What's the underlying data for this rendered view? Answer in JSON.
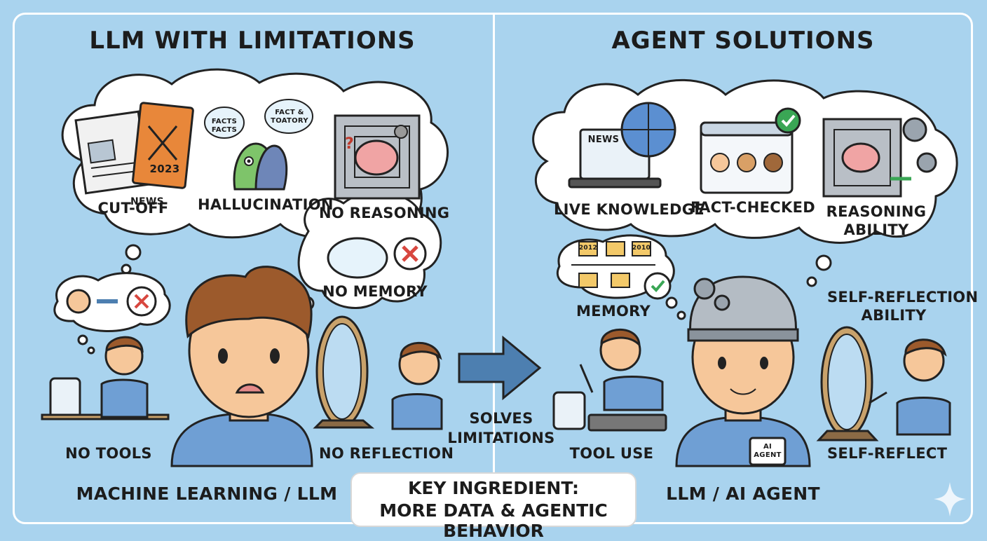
{
  "left": {
    "title": "LLM WITH LIMITATIONS",
    "items": {
      "cutoff": "CUT-OFF",
      "hallucination": "HALLUCINATION",
      "no_reasoning": "NO REASONING",
      "no_memory": "NO MEMORY",
      "no_tools": "NO TOOLS",
      "no_reflection": "NO REFLECTION"
    },
    "bubble_news": "NEWS",
    "bubble_year": "2023",
    "speech_1": "FACTS FACTS",
    "speech_2": "FACT & TOATORY",
    "footer": "MACHINE LEARNING / LLM"
  },
  "right": {
    "title": "AGENT SOLUTIONS",
    "items": {
      "live_knowledge": "LIVE KNOWLEDGE",
      "fact_checked": "FACT-CHECKED",
      "reasoning_ability_1": "REASONING",
      "reasoning_ability_2": "ABILITY",
      "memory": "MEMORY",
      "self_reflection_1": "SELF-REFLECTION",
      "self_reflection_2": "ABILITY",
      "tool_use": "TOOL USE",
      "self_reflect": "SELF-REFLECT"
    },
    "laptop_news": "NEWS",
    "folder_years": [
      "2012",
      "2010"
    ],
    "badge": "AI AGENT",
    "footer": "LLM / AI AGENT"
  },
  "center": {
    "arrow_label_1": "SOLVES",
    "arrow_label_2": "LIMITATIONS",
    "key_line_1": "KEY INGREDIENT:",
    "key_line_2": "MORE DATA & AGENTIC BEHAVIOR"
  },
  "colors": {
    "background": "#a9d3ee",
    "frame": "#ffffff",
    "arrow": "#4d7fb0",
    "error": "#d8473f",
    "success": "#3aa655",
    "skin": "#f6c79a",
    "hair": "#9c5a2c",
    "shirt": "#6f9fd4"
  }
}
